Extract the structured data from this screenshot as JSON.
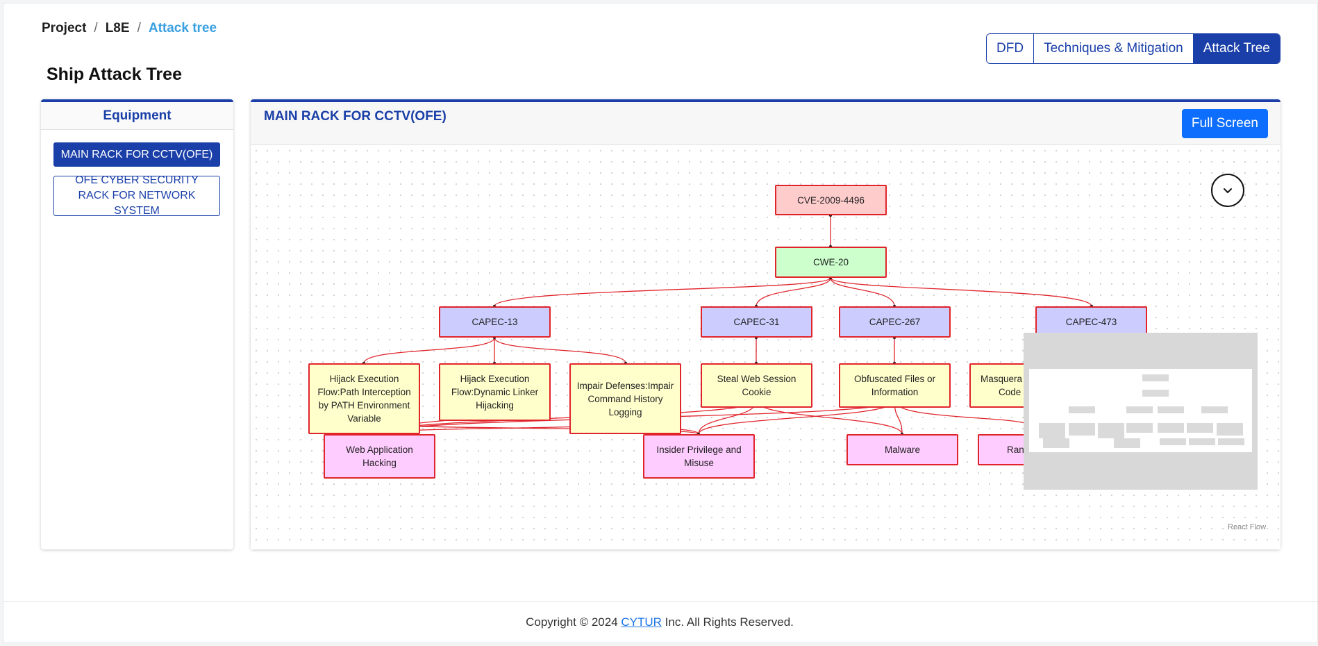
{
  "breadcrumb": {
    "project": "Project",
    "ship": "L8E",
    "current": "Attack tree",
    "separator": "/"
  },
  "page_title": "Ship Attack Tree",
  "view_switch": [
    {
      "label": "DFD",
      "active": false
    },
    {
      "label": "Techniques & Mitigation",
      "active": false
    },
    {
      "label": "Attack Tree",
      "active": true
    }
  ],
  "equipment": {
    "title": "Equipment",
    "items": [
      {
        "label": "MAIN RACK FOR CCTV(OFE)",
        "active": true
      },
      {
        "label": "OFE CYBER SECURITY RACK FOR NETWORK SYSTEM",
        "active": false
      }
    ]
  },
  "tree": {
    "title": "MAIN RACK FOR CCTV(OFE)",
    "fullscreen_label": "Full Screen",
    "attribution": "React Flow",
    "nodes": {
      "cve": "CVE-2009-4496",
      "cwe": "CWE-20",
      "capec13": "CAPEC-13",
      "capec31": "CAPEC-31",
      "capec267": "CAPEC-267",
      "capec473": "CAPEC-473",
      "t1": "Hijack Execution Flow:Path Interception by PATH Environment Variable",
      "t2": "Hijack Execution Flow:Dynamic Linker Hijacking",
      "t3": "Impair Defenses:Impair Command History Logging",
      "t4": "Steal Web Session Cookie",
      "t5": "Obfuscated Files or Information",
      "t6": "Masquera",
      "t6b": "Code S",
      "th1": "Web Application Hacking",
      "th2": "Insider Privilege and Misuse",
      "th3": "Malware",
      "th4": "Ran"
    }
  },
  "footer": {
    "prefix": "Copyright © 2024 ",
    "company": "CYTUR",
    "suffix": " Inc. All Rights Reserved."
  },
  "colors": {
    "primary": "#1a3fa8",
    "button": "#0d6efd",
    "edge": "#e0242b",
    "cve": "#ffcccc",
    "cwe": "#ccffcc",
    "capec": "#ccccff",
    "technique": "#ffffcc",
    "threat": "#ffccff"
  },
  "icons": {
    "toggle": "chevron-down-icon"
  }
}
